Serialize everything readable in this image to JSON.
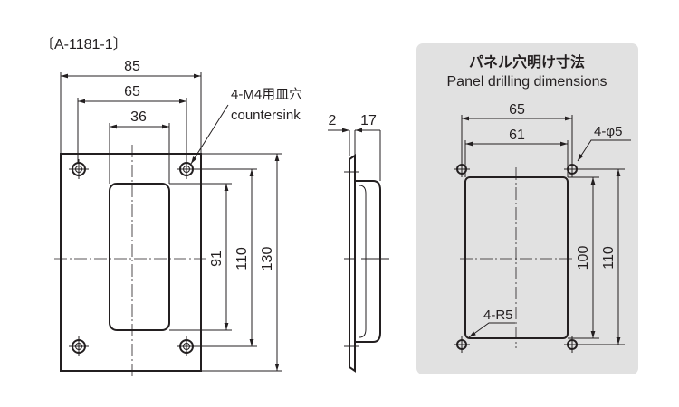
{
  "model": "〔A-1181-1〕",
  "front_view": {
    "dims": {
      "width_overall": "85",
      "hole_pitch_h": "65",
      "slot_width": "36",
      "slot_height": "91",
      "hole_pitch_v": "110",
      "height_overall": "130"
    },
    "hole_note_jp": "4-M4用皿穴",
    "hole_note_en": "countersink"
  },
  "side_view": {
    "dims": {
      "flange": "2",
      "depth": "17"
    }
  },
  "panel": {
    "title_jp": "パネル穴明け寸法",
    "title_en": "Panel drilling dimensions",
    "dims": {
      "hole_pitch_h": "65",
      "cutout_width": "61",
      "cutout_height": "100",
      "hole_pitch_v": "110"
    },
    "hole_note": "4-φ5",
    "radius_note": "4-R5",
    "background": "#e1e1e1"
  }
}
